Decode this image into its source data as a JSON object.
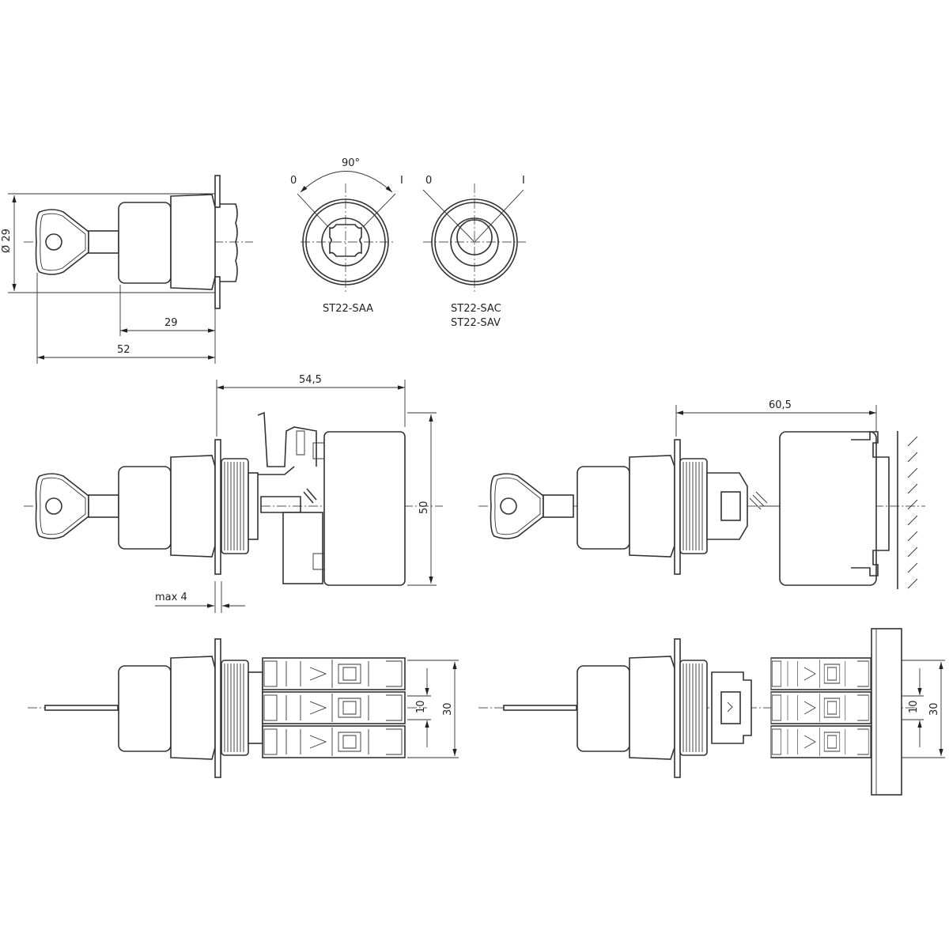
{
  "drawing": {
    "top_view": {
      "dim_diameter": "Ø 29",
      "dim_length_body": "29",
      "dim_length_total": "52"
    },
    "positions": {
      "angle": "90°",
      "pos_off": "0",
      "pos_on": "I",
      "pos_off_2": "0",
      "pos_on_2": "I"
    },
    "variants": {
      "saa": "ST22-SAA",
      "sac": "ST22-SAC",
      "sav": "ST22-SAV"
    },
    "side_view_left": {
      "dim_depth": "54,5",
      "dim_height": "50",
      "dim_panel": "max 4"
    },
    "side_view_right": {
      "dim_depth": "60,5"
    },
    "bottom_left": {
      "dim_pitch": "10",
      "dim_width": "30"
    },
    "bottom_right": {
      "dim_pitch": "10",
      "dim_width": "30"
    }
  }
}
